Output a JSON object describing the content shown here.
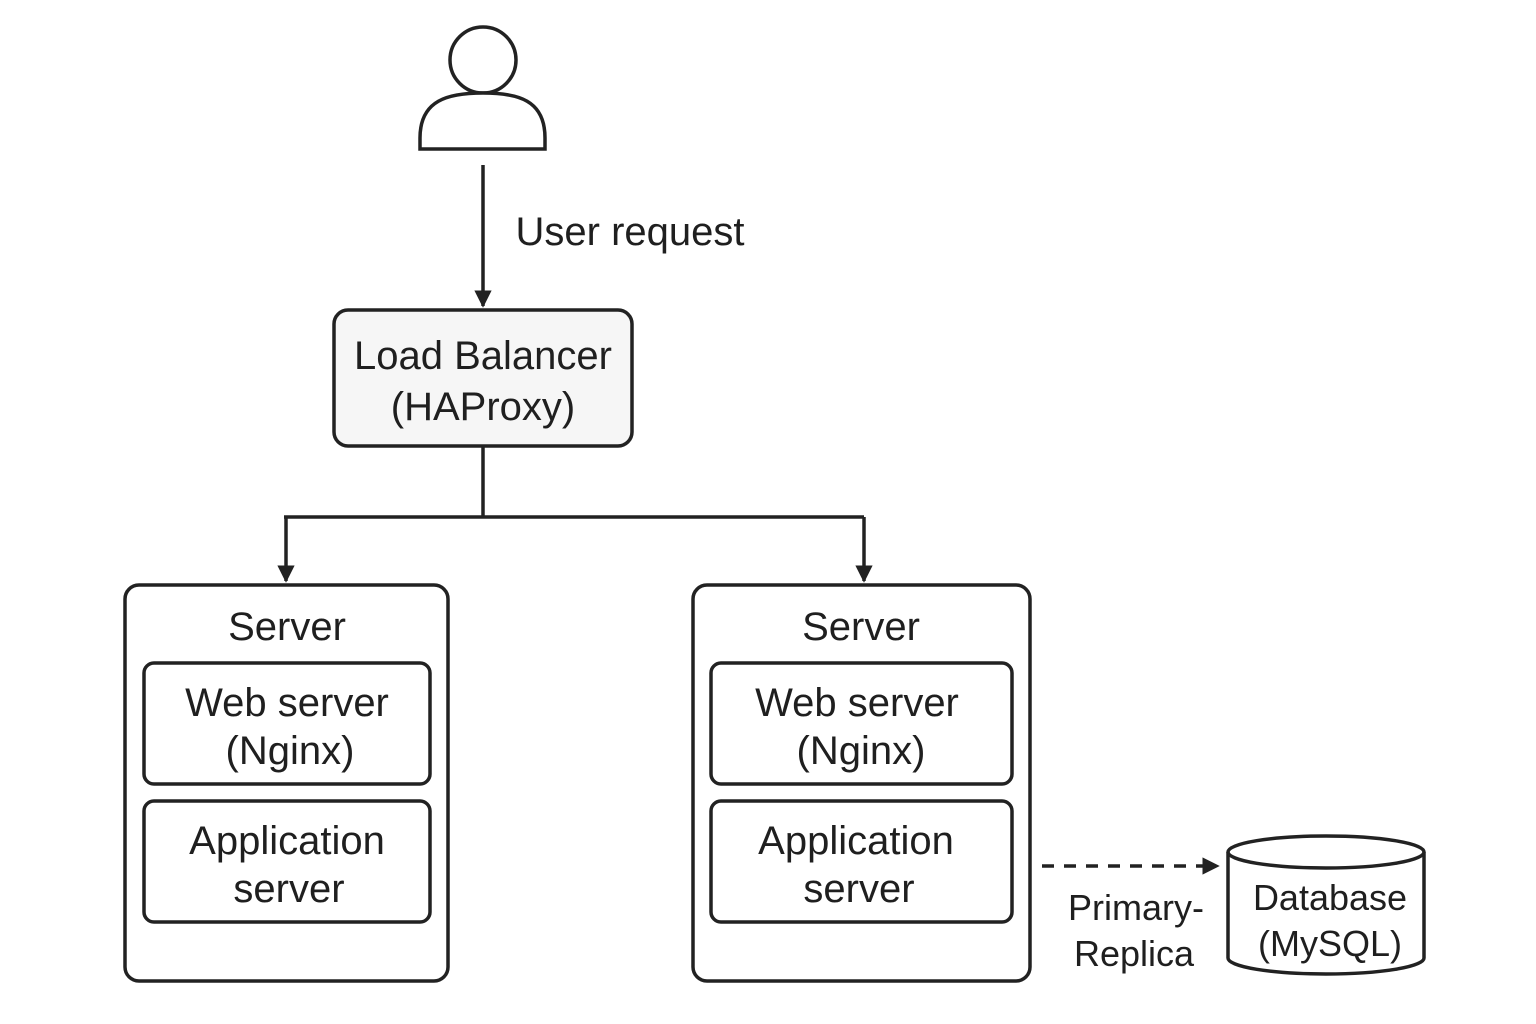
{
  "user": {
    "icon": "user-icon",
    "request_label": "User request"
  },
  "load_balancer": {
    "line1": "Load Balancer",
    "line2": "(HAProxy)"
  },
  "servers": [
    {
      "title": "Server",
      "web": {
        "line1": "Web server",
        "line2": "(Nginx)"
      },
      "app": {
        "line1": "Application",
        "line2": "server"
      }
    },
    {
      "title": "Server",
      "web": {
        "line1": "Web server",
        "line2": "(Nginx)"
      },
      "app": {
        "line1": "Application",
        "line2": "server"
      }
    }
  ],
  "replication": {
    "line1": "Primary-",
    "line2": "Replica"
  },
  "database": {
    "icon": "database-icon",
    "line1": "Database",
    "line2": "(MySQL)"
  }
}
